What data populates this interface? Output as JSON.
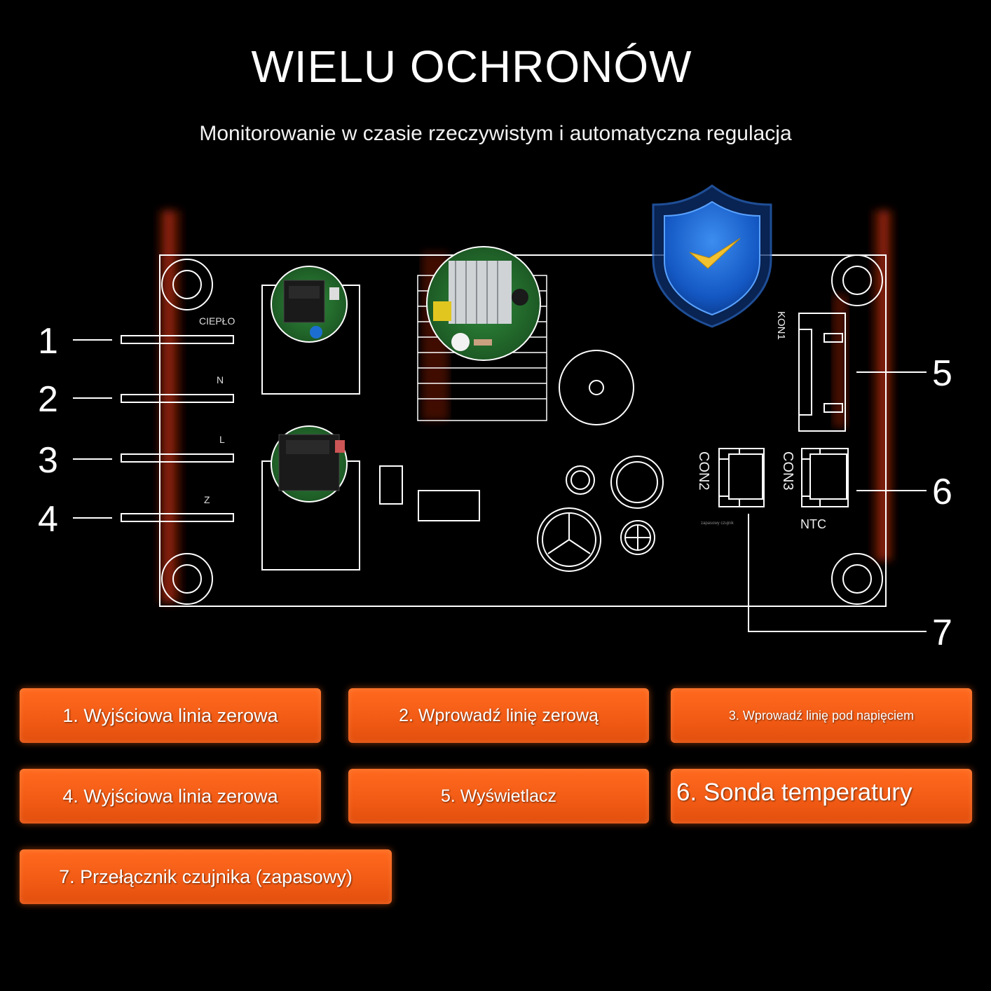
{
  "title": "WIELU OCHRONÓW",
  "subtitle": "Monitorowanie w czasie rzeczywistym i automatyczna regulacja",
  "board": {
    "pin_labels": [
      "CIEPŁO",
      "N",
      "L",
      "Z"
    ],
    "connectors": {
      "kon1": "KON1",
      "con2": "CON2",
      "con3": "CON3",
      "ntc": "NTC",
      "small_text": "zapasowy czujnik"
    }
  },
  "callouts": [
    "1",
    "2",
    "3",
    "4",
    "5",
    "6",
    "7"
  ],
  "legend": [
    "1. Wyjściowa linia zerowa",
    "2. Wprowadź linię zerową",
    "3. Wprowadź linię pod napięciem",
    "4. Wyjściowa linia zerowa",
    "5. Wyświetlacz",
    "6. Sonda temperatury",
    "7. Przełącznik czujnika (zapasowy)"
  ],
  "colors": {
    "background": "#000000",
    "accent_orange": "#f15a14",
    "shield_blue": "#1e6fd6",
    "check_gold": "#f2c230",
    "line": "#ffffff"
  },
  "icons": [
    "shield-check-icon"
  ]
}
